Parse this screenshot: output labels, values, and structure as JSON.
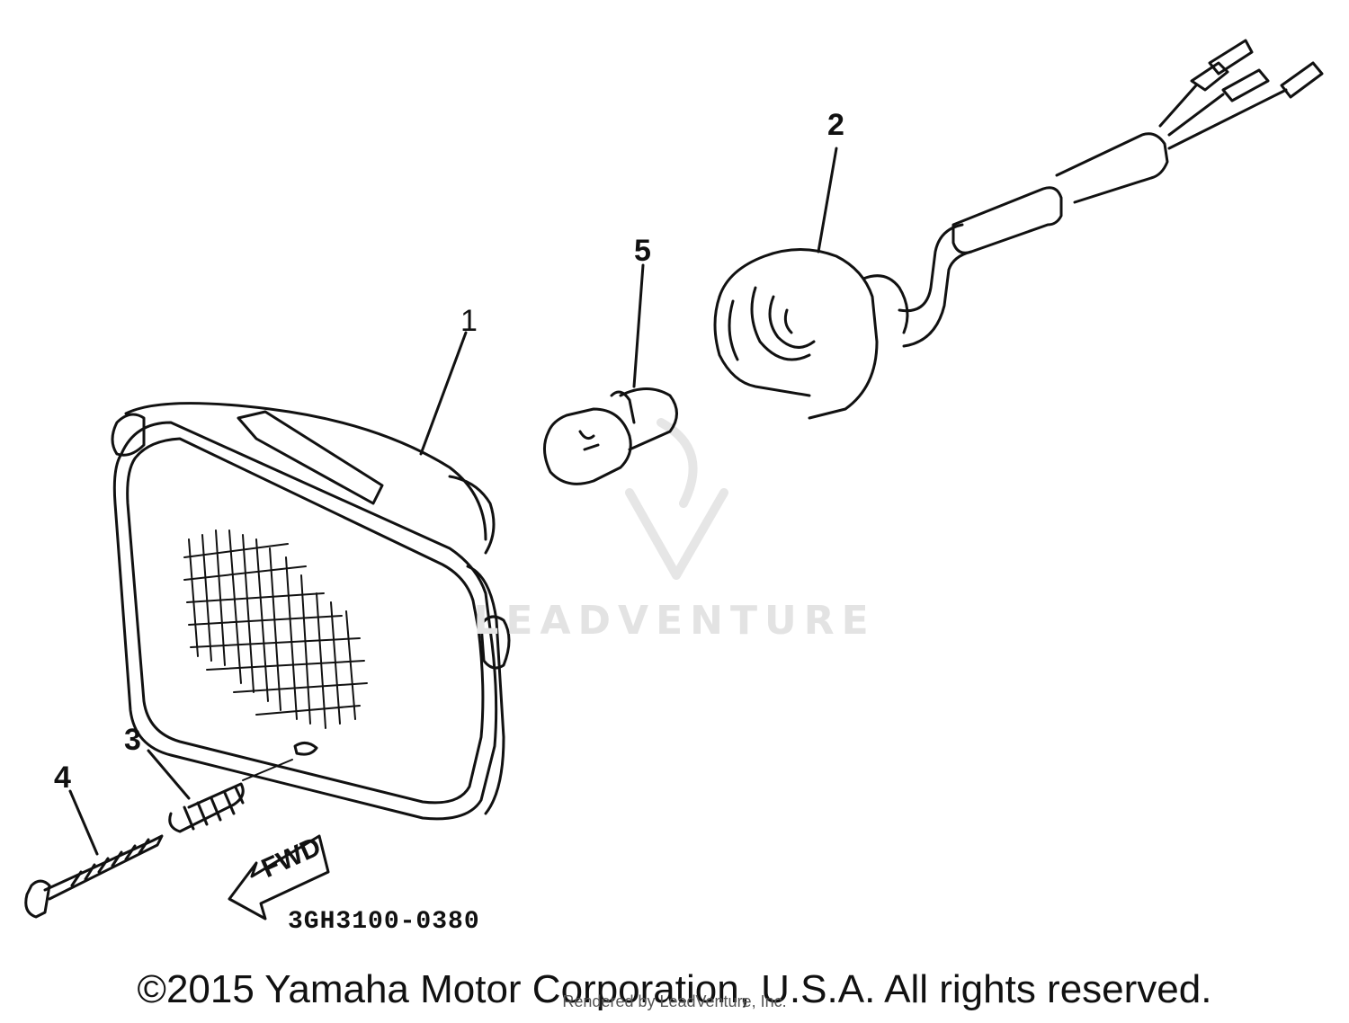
{
  "callouts": {
    "part_1": "1",
    "part_2": "2",
    "part_3": "3",
    "part_4": "4",
    "part_5": "5"
  },
  "part_code": "3GH3100-0380",
  "direction_label": "FWD",
  "copyright": "©2015 Yamaha Motor Corporation, U.S.A. All rights reserved.",
  "rendered_by": "Rendered by LeadVenture, Inc.",
  "watermark": "LEADVENTURE",
  "colors": {
    "line": "#111111",
    "watermark": "#e3e3e3",
    "background": "#ffffff"
  }
}
